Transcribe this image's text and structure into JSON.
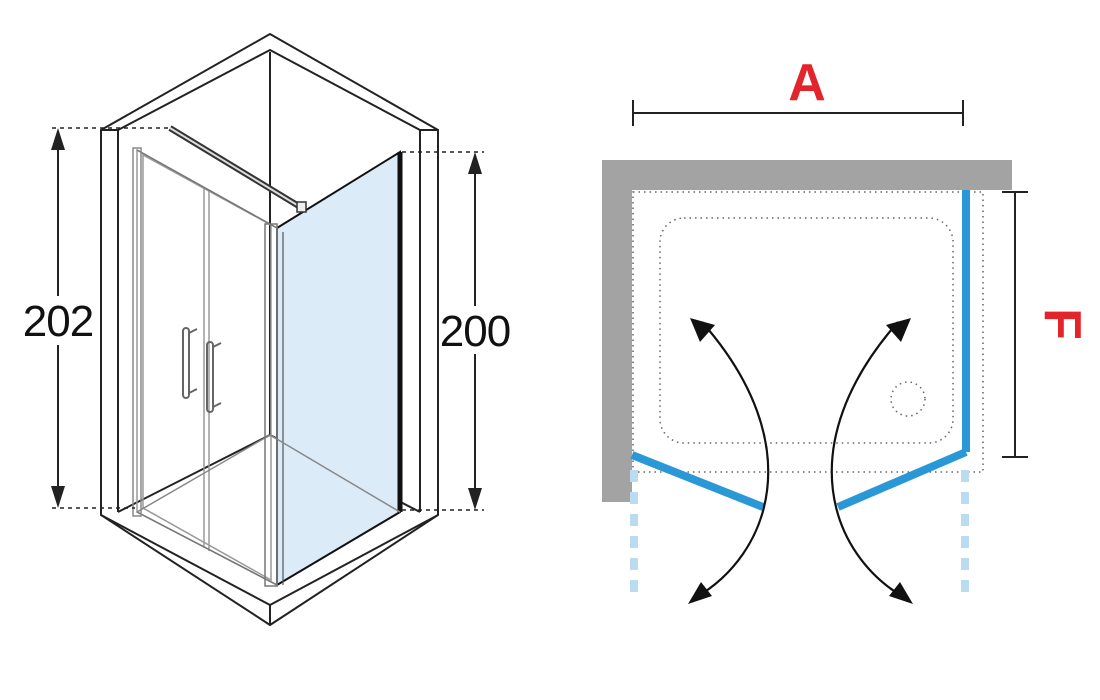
{
  "iso_view": {
    "height_left": "202",
    "height_right": "200"
  },
  "plan_view": {
    "width_label": "A",
    "depth_label": "F"
  },
  "colors": {
    "glass_blue": "#2a97d6",
    "glass_fill": "#dcebf8",
    "wall_grey": "#a3a3a3",
    "label_red": "#e3242b",
    "ghost_blue": "#b9dcf0"
  }
}
